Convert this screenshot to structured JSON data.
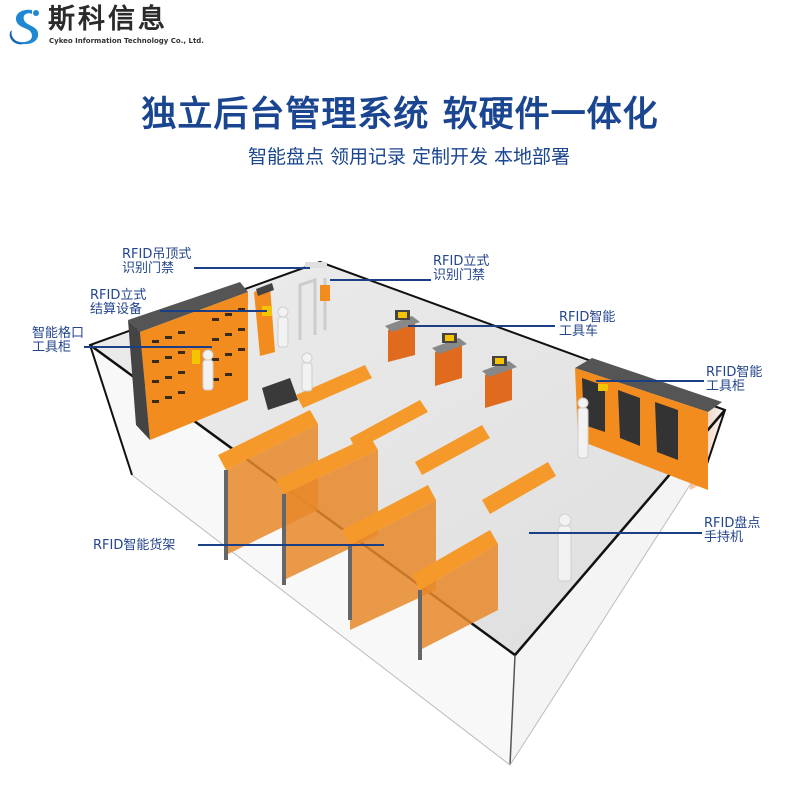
{
  "brand": {
    "name_cn": "斯科信息",
    "name_en": "Cykeo Information Technology Co., Ltd.",
    "logo_icon": "swirl-s-logo-icon",
    "logo_color": "#1e88d2"
  },
  "headline": "独立后台管理系统 软硬件一体化",
  "subline": "智能盘点 领用记录 定制开发 本地部署",
  "colors": {
    "headline": "#1a4590",
    "label": "#24468c",
    "leader": "#1b3f86",
    "orange": "#f28c1e",
    "dark_gray": "#4a4a4a",
    "floor": "#e6e6e6"
  },
  "callouts": [
    {
      "id": "ceiling-gate",
      "line1": "RFID吊顶式",
      "line2": "识别门禁"
    },
    {
      "id": "standing-checkout",
      "line1": "RFID立式",
      "line2": "结算设备"
    },
    {
      "id": "locker-cabinet",
      "line1": "智能格口",
      "line2": "工具柜"
    },
    {
      "id": "standing-gate",
      "line1": "RFID立式",
      "line2": "识别门禁"
    },
    {
      "id": "tool-cart",
      "line1": "RFID智能",
      "line2": "工具车"
    },
    {
      "id": "tool-cabinet",
      "line1": "RFID智能",
      "line2": "工具柜"
    },
    {
      "id": "smart-shelf",
      "line1": "RFID智能货架",
      "line2": ""
    },
    {
      "id": "handheld",
      "line1": "RFID盘点",
      "line2": "手持机"
    }
  ]
}
